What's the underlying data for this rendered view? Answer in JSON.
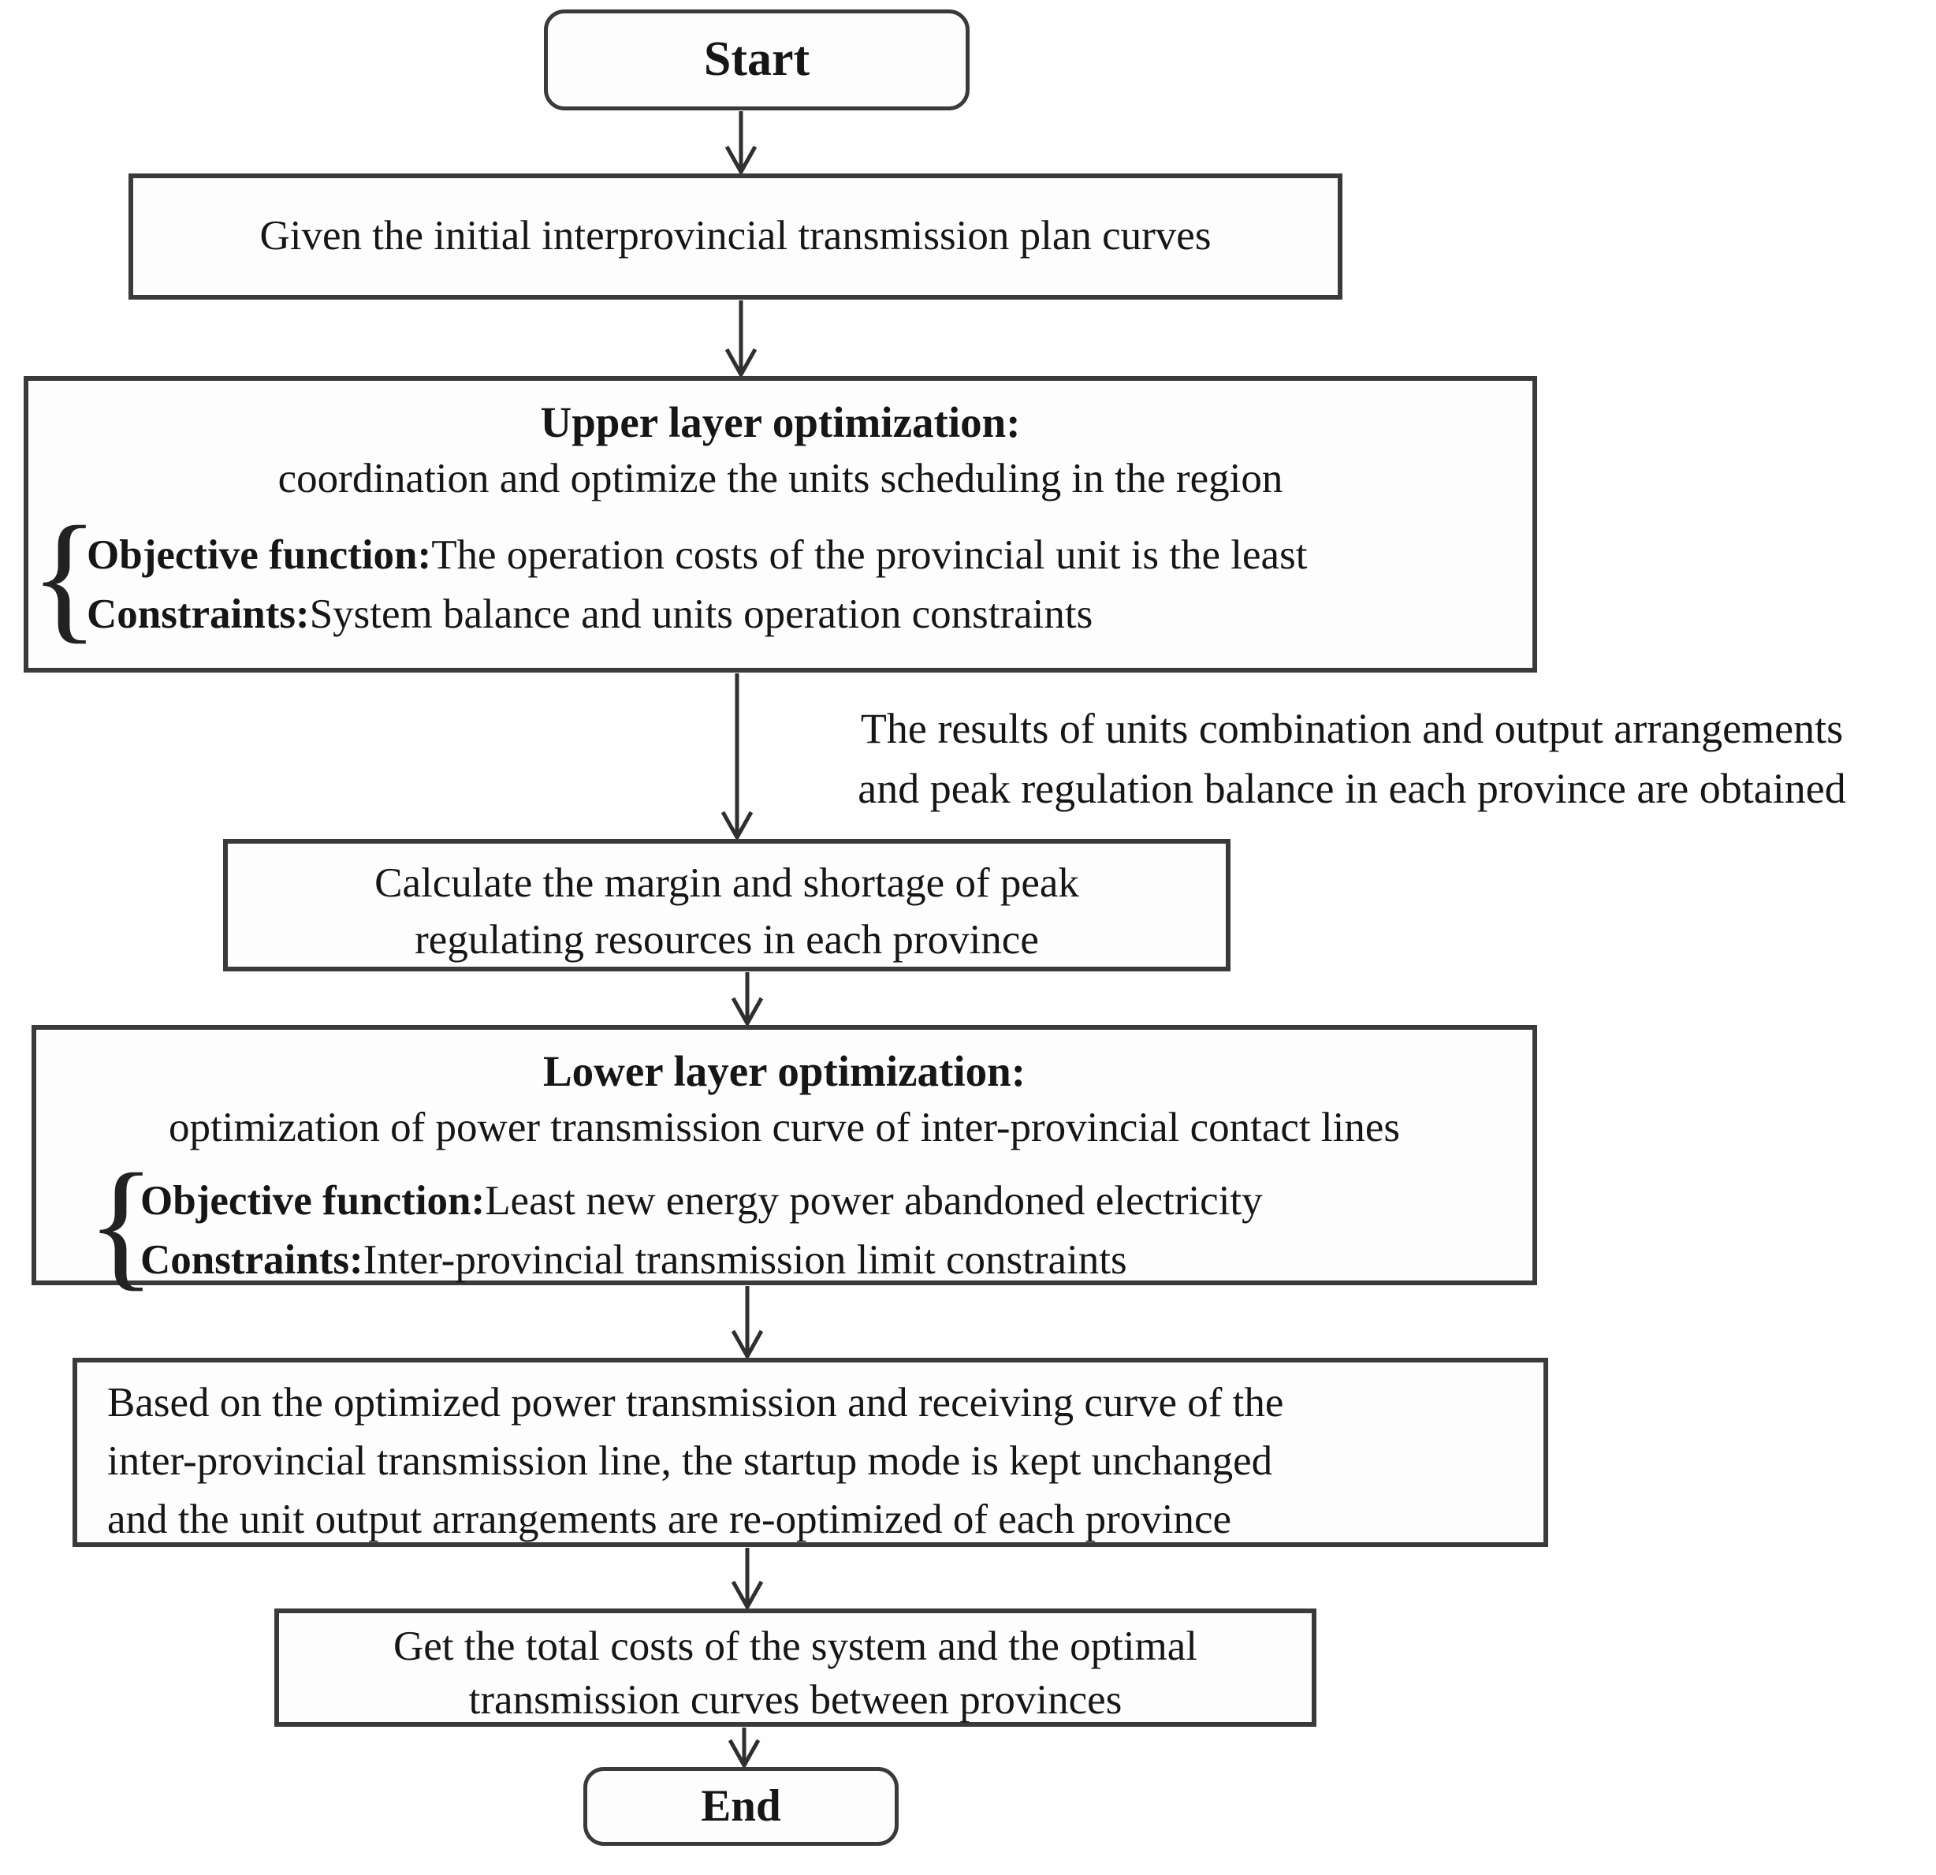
{
  "nodes": {
    "start": {
      "label": "Start"
    },
    "given": {
      "text": "Given the initial interprovincial transmission plan curves"
    },
    "upper": {
      "title": "Upper layer optimization:",
      "subtitle": "coordination and optimize the units scheduling in the region",
      "brace": "{",
      "objective_label": "Objective function:",
      "objective_text": "The operation costs of the provincial unit is the least",
      "constraints_label": "Constraints:",
      "constraints_text": "System balance and units operation constraints"
    },
    "side_note": {
      "line1": "The results of units combination and output arrangements",
      "line2": "and peak regulation balance in each province are obtained"
    },
    "calc": {
      "line1": "Calculate the margin and shortage of peak",
      "line2": "regulating resources in each province"
    },
    "lower": {
      "title": "Lower layer optimization:",
      "subtitle": "optimization of power transmission curve of inter-provincial contact lines",
      "brace": "{",
      "objective_label": "Objective function:",
      "objective_text": "Least new energy power abandoned electricity",
      "constraints_label": "Constraints:",
      "constraints_text": "Inter-provincial transmission limit constraints"
    },
    "based": {
      "line1": "Based on the optimized power transmission and receiving curve of the",
      "line2": "inter-provincial transmission line, the startup mode is kept unchanged",
      "line3": "and the unit output arrangements are re-optimized of each province"
    },
    "get": {
      "line1": "Get the total costs of the system and the optimal",
      "line2": "transmission curves between provinces"
    },
    "end": {
      "label": "End"
    }
  },
  "edges": [
    {
      "from": "start",
      "to": "given"
    },
    {
      "from": "given",
      "to": "upper"
    },
    {
      "from": "upper",
      "to": "calc",
      "annotation": "side_note"
    },
    {
      "from": "calc",
      "to": "lower"
    },
    {
      "from": "lower",
      "to": "based"
    },
    {
      "from": "based",
      "to": "get"
    },
    {
      "from": "get",
      "to": "end"
    }
  ],
  "colors": {
    "border": "#3a3a3a",
    "arrow": "#2f2f2f",
    "text": "#161616",
    "background": "#fefefe"
  }
}
